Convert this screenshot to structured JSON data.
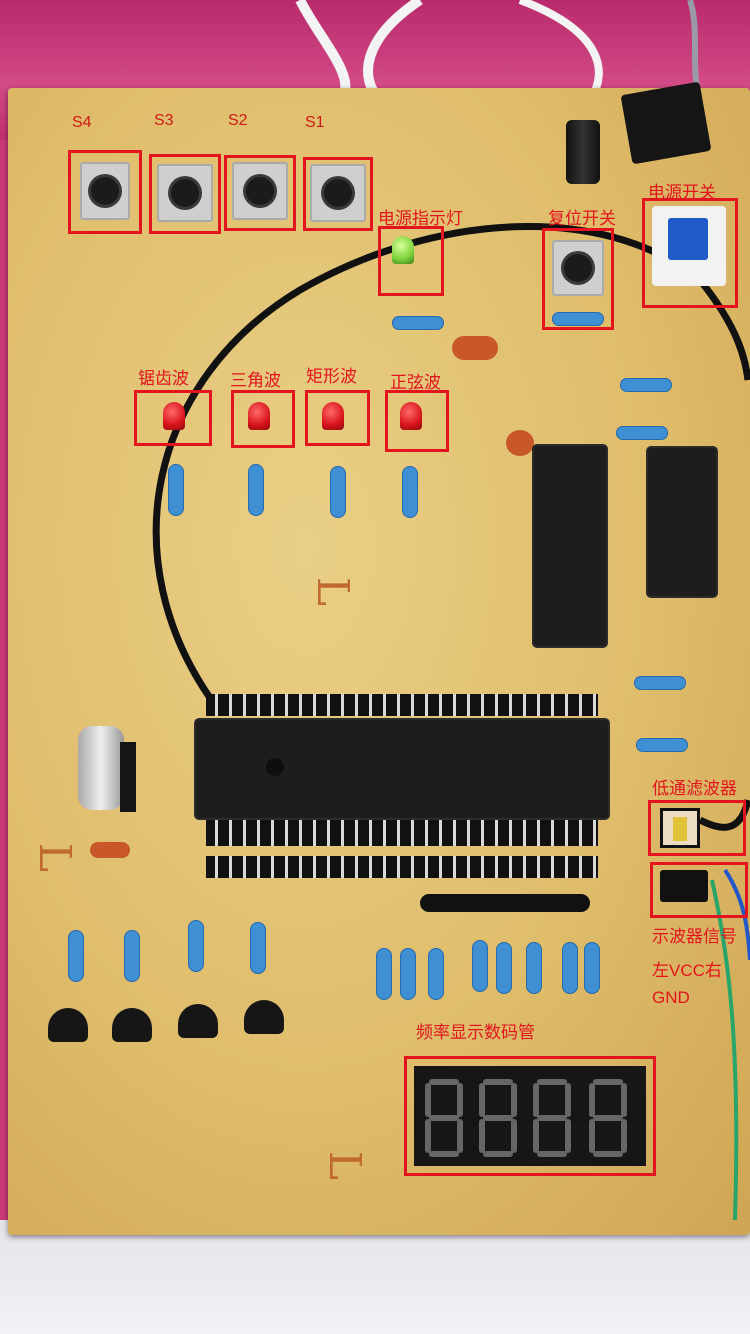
{
  "labels": {
    "s4": "S4",
    "s3": "S3",
    "s2": "S2",
    "s1": "S1",
    "power_indicator": "电源指示灯",
    "reset_switch": "复位开关",
    "power_switch": "电源开关",
    "sawtooth_wave": "锯齿波",
    "triangle_wave": "三角波",
    "square_wave": "矩形波",
    "sine_wave": "正弦波",
    "lowpass_filter": "低通滤波器",
    "oscilloscope_signal": "示波器信号",
    "left_vcc_right": "左VCC右",
    "gnd": "GND",
    "frequency_display": "频率显示数码管"
  },
  "colors": {
    "annotation": "#e3141d",
    "pcb": "#e0c070",
    "resistor": "#3e8fd3",
    "background_top": "#c83a78"
  }
}
